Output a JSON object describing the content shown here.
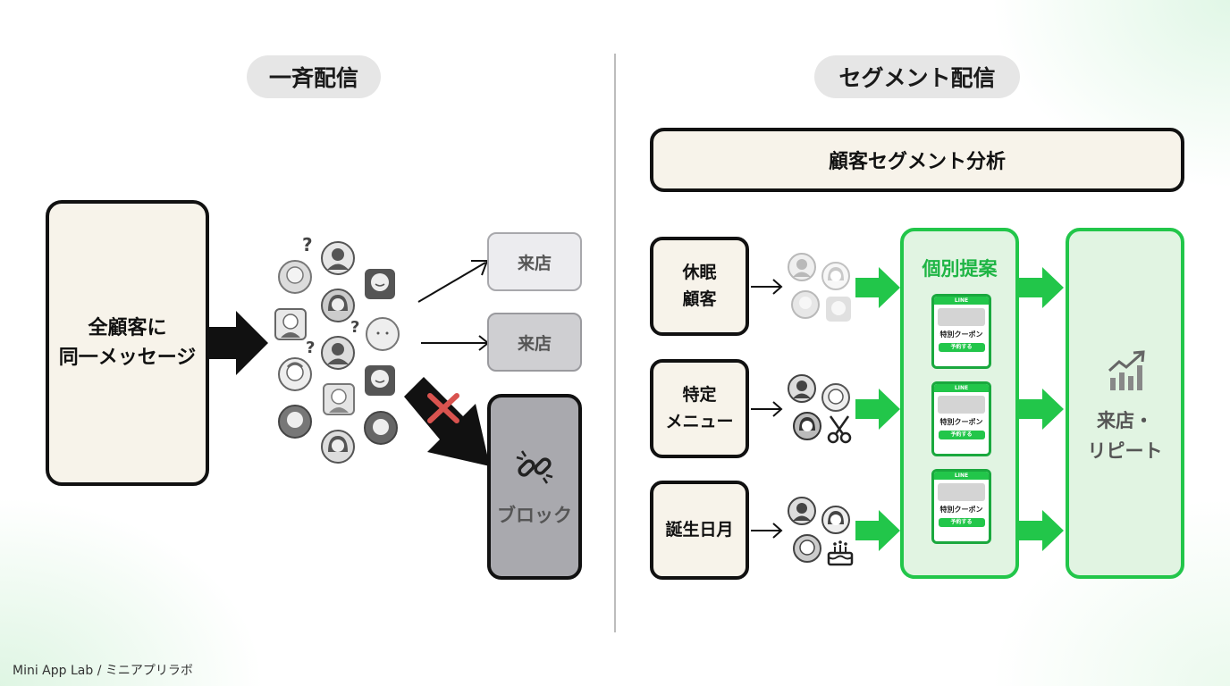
{
  "left": {
    "title": "一斉配信",
    "message_box": {
      "line1": "全顧客に",
      "line2": "同一メッセージ"
    },
    "visit_label_1": "来店",
    "visit_label_2": "来店",
    "block_label": "ブロック",
    "question_mark": "?"
  },
  "right": {
    "title": "セグメント配信",
    "analysis_label": "顧客セグメント分析",
    "segments": [
      {
        "line1": "休眠",
        "line2": "顧客"
      },
      {
        "line1": "特定",
        "line2": "メニュー"
      },
      {
        "line1": "誕生日月",
        "line2": ""
      }
    ],
    "proposal_title": "個別提案",
    "card": {
      "brand": "LINE",
      "text": "特別クーポン",
      "button": "予約する"
    },
    "result": {
      "line1": "来店・",
      "line2": "リピート"
    }
  },
  "footer": "Mini App Lab / ミニアプリラボ",
  "colors": {
    "accent_green": "#22c64a",
    "cross_red": "#d9534f",
    "card_bg": "#f7f3ea"
  }
}
